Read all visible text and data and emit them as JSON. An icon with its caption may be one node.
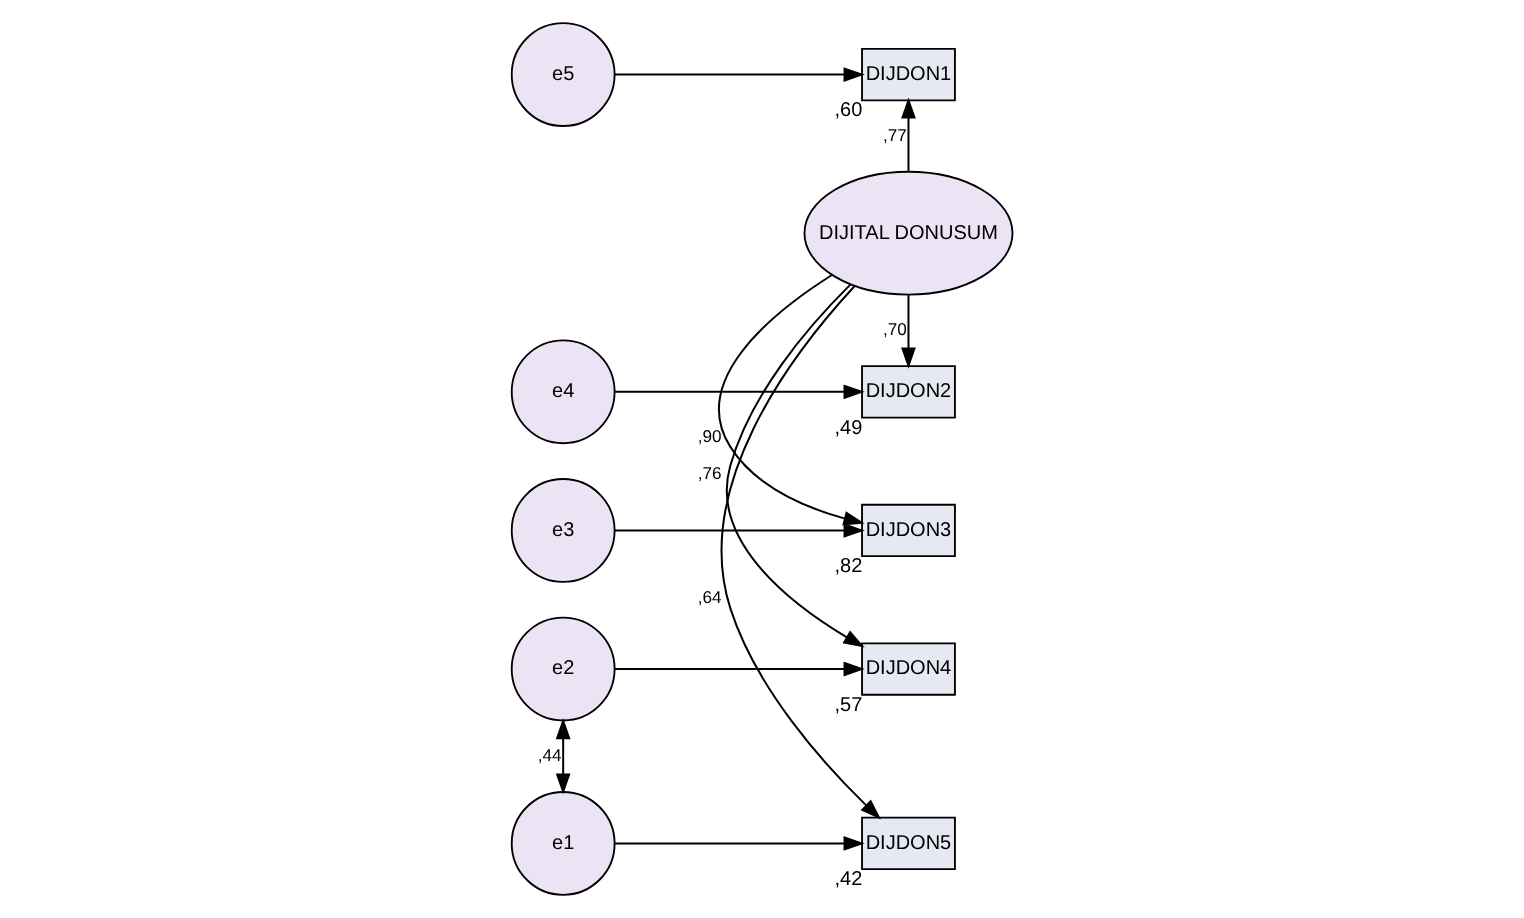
{
  "diagram": {
    "nodes": [
      {
        "text": [
          "e5"
        ]
      },
      {
        "text": [
          "e4"
        ]
      },
      {
        "text": [
          "e3"
        ]
      },
      {
        "text": [
          "e2"
        ]
      },
      {
        "text": [
          "e1"
        ]
      },
      {
        "text": [
          "DIJDON1"
        ],
        "beside": [
          ",60"
        ]
      },
      {
        "text": [
          "DIJDON2"
        ],
        "beside": [
          ",49"
        ]
      },
      {
        "text": [
          "DIJDON3"
        ],
        "beside": [
          ",82"
        ]
      },
      {
        "text": [
          "DIJDON4"
        ],
        "beside": [
          ",57"
        ]
      },
      {
        "text": [
          "DIJDON5"
        ],
        "beside": [
          ",42"
        ]
      },
      {
        "text": [
          "DIJITAL DONUSUM"
        ]
      }
    ],
    "edges": [
      {
        "from": 0,
        "to": 5,
        "arrow": "to"
      },
      {
        "from": 1,
        "to": 6,
        "arrow": "to"
      },
      {
        "from": 2,
        "to": 7,
        "arrow": "to"
      },
      {
        "from": 3,
        "to": 8,
        "arrow": "to"
      },
      {
        "from": 4,
        "to": 9,
        "arrow": "to"
      },
      {
        "from": 10,
        "to": 5,
        "arrow": "to",
        "label": ",77"
      },
      {
        "from": 10,
        "to": 6,
        "arrow": "to",
        "label": ",70"
      },
      {
        "from": 10,
        "to": 7,
        "arrow": "to",
        "label": ",90"
      },
      {
        "from": 10,
        "to": 8,
        "arrow": "to",
        "label": ",76"
      },
      {
        "from": 10,
        "to": 9,
        "arrow": "to",
        "label": ",64"
      },
      {
        "from": 3,
        "to": 4,
        "arrow": "both",
        "label": ",44"
      }
    ]
  }
}
